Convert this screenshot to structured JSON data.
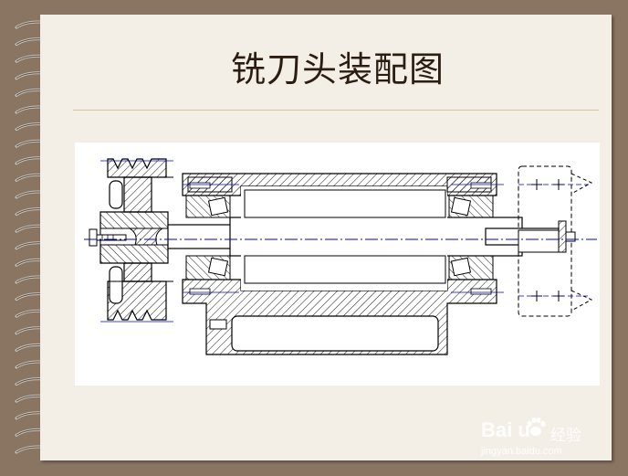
{
  "slide": {
    "title": "铣刀头装配图"
  },
  "watermark": {
    "brand": "Bai  u",
    "label": "经验",
    "url": "jingyan.baidu.com"
  },
  "colors": {
    "frame": "#8a7462",
    "paper": "#f3efe6",
    "rule": "#d8c39a",
    "ink": "#000000",
    "centerline": "#0000cc"
  },
  "icons": [
    "spiral-binding-icon",
    "paw-logo-icon"
  ]
}
